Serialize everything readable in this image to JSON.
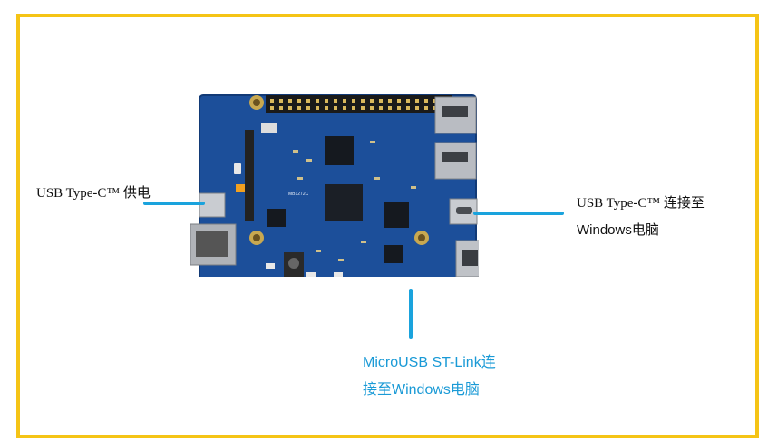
{
  "callouts": {
    "left": "USB Type-C™ 供电",
    "right_line1": "USB Type-C™ 连接至",
    "right_line2": "Windows电脑",
    "bottom_line1": "MicroUSB ST-Link连",
    "bottom_line2": "接至Windows电脑"
  },
  "board_text": {
    "model": "MB1272C"
  },
  "colors": {
    "frame": "#f5c416",
    "callout_line": "#1aa3dd",
    "bottom_text": "#1a9ad6",
    "pcb": "#1c4f9a"
  }
}
